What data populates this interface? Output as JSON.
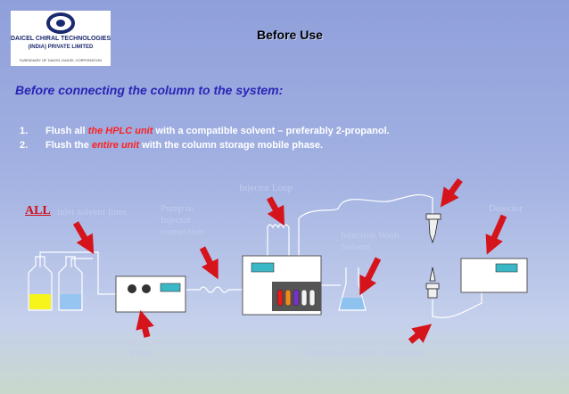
{
  "logo": {
    "line1": "DAICEL CHIRAL TECHNOLOGIES",
    "line2": "(INDIA) PRIVATE LIMITED",
    "line3": "SUBSIDIARY OF DAICEL DAICEL CORPORATION"
  },
  "title": "Before Use",
  "subtitle": "Before connecting the column to the system:",
  "steps": [
    {
      "num": "1.",
      "pre": "Flush all ",
      "highlight": "the HPLC unit",
      "post": " with a compatible solvent – preferably 2-propanol."
    },
    {
      "num": "2.",
      "pre": "Flush the ",
      "highlight": "entire unit",
      "post": " with the column storage mobile phase."
    }
  ],
  "diagram": {
    "all_label": "ALL",
    "inlet": "inlet solvent lines",
    "pump_injector": "Pump to Injector connection",
    "injector_loop": "Injector Loop",
    "injection_wash": "Injection Wash Solvent",
    "detector": "Detector",
    "pump": "Pump",
    "column_detector": "Column to detector connection"
  },
  "colors": {
    "arrow": "#d5141c",
    "highlight": "#ff2020",
    "title_blue": "#2a25b5"
  }
}
